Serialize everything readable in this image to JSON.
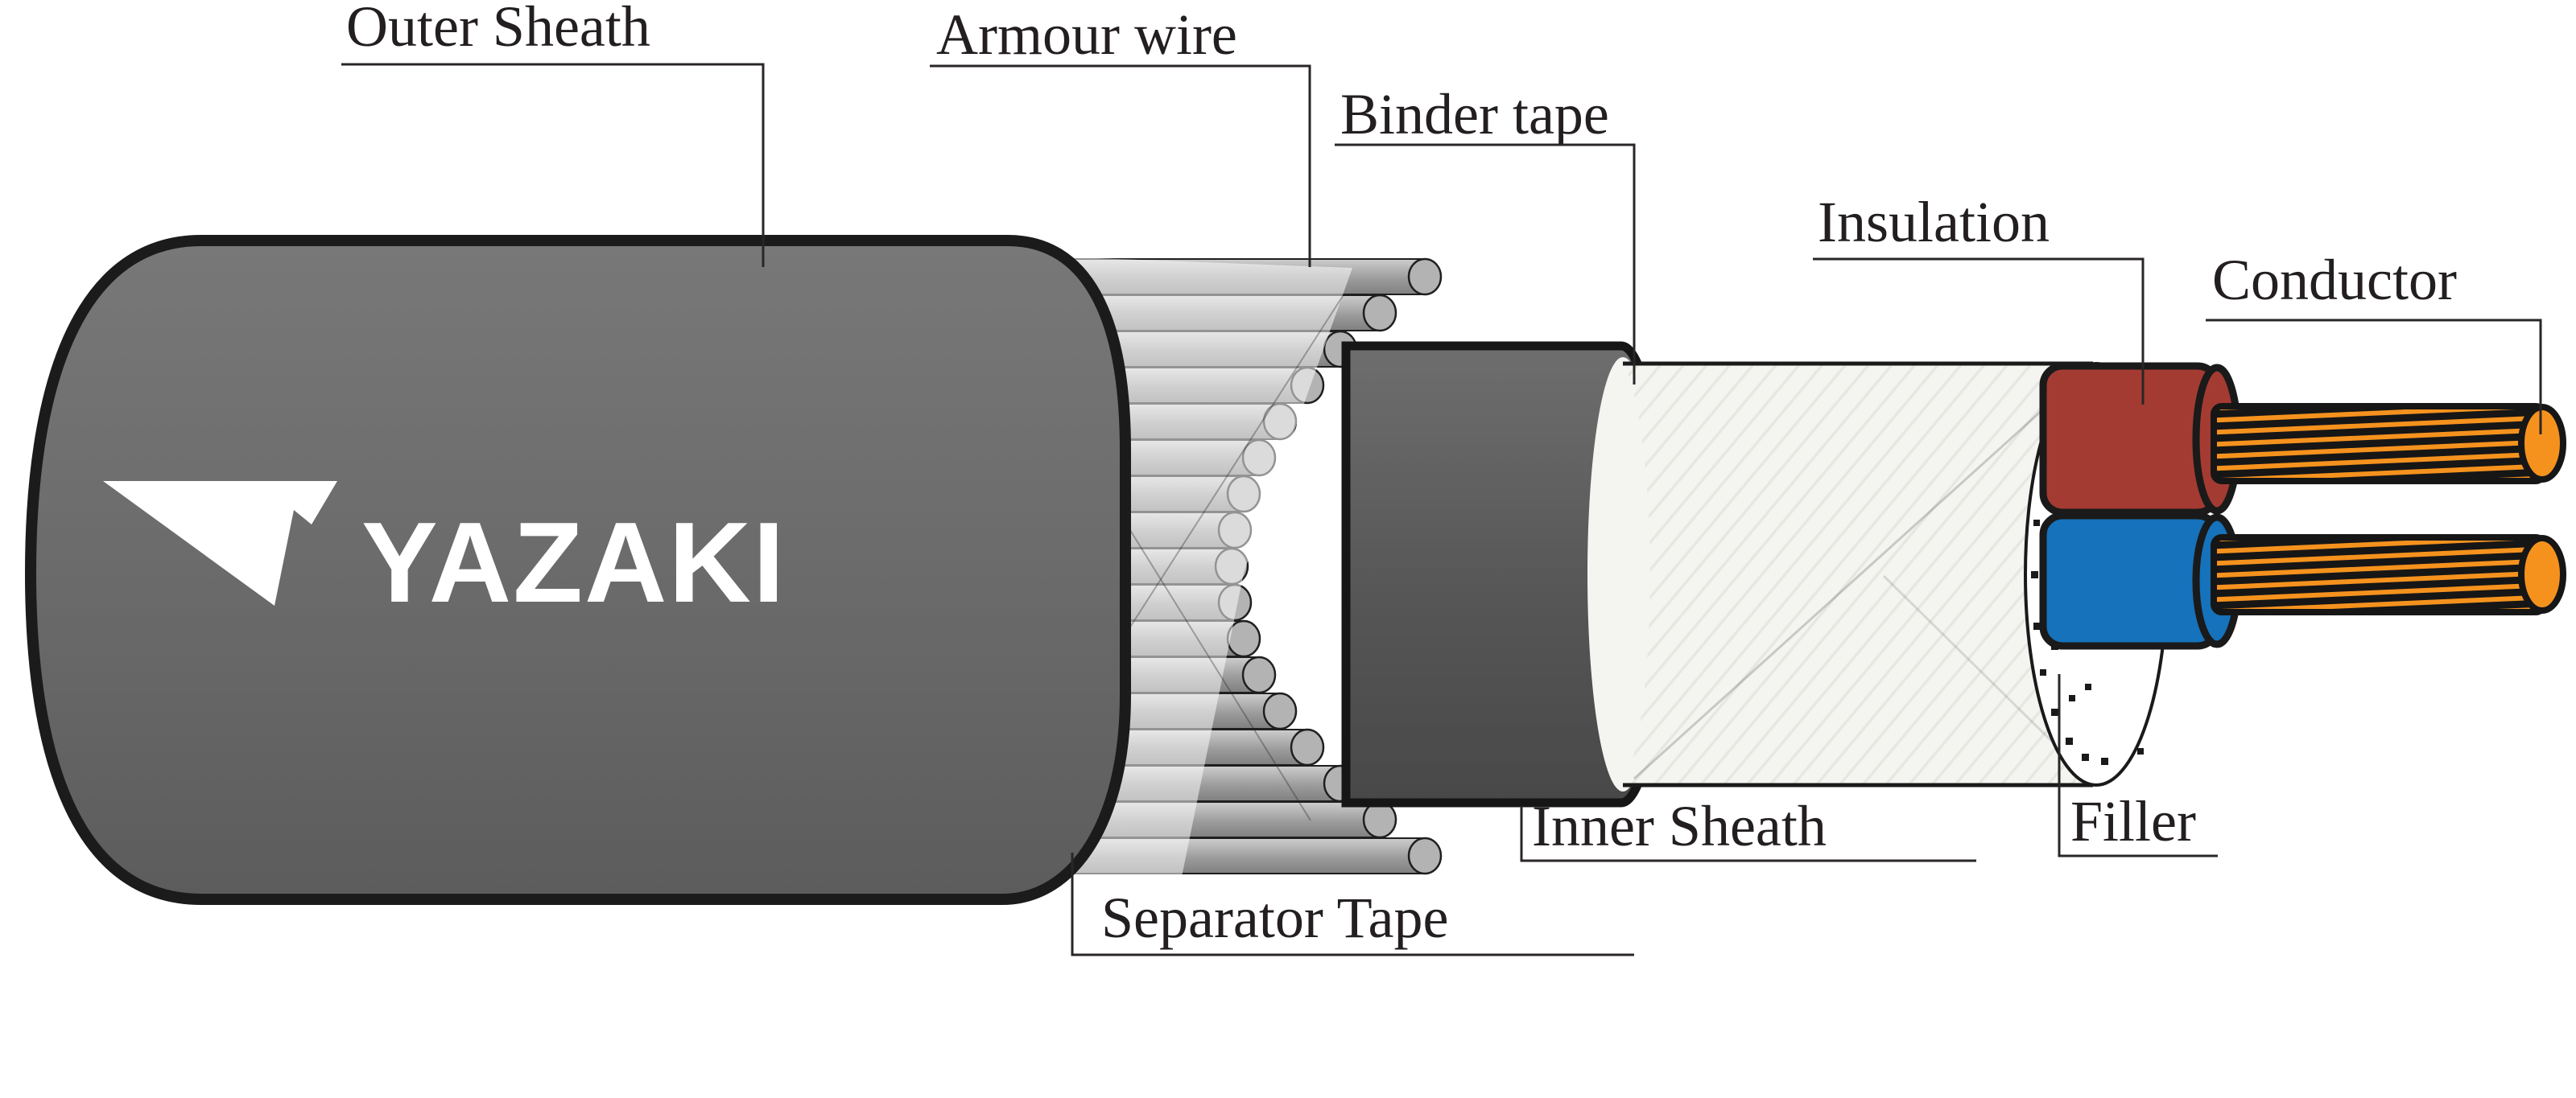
{
  "diagram": {
    "brand": "YAZAKI",
    "type": "cable-cutaway",
    "labels": {
      "outer_sheath": {
        "text": "Outer Sheath"
      },
      "armour_wire": {
        "text": "Armour wire"
      },
      "binder_tape": {
        "text": "Binder tape"
      },
      "insulation": {
        "text": "Insulation"
      },
      "conductor": {
        "text": "Conductor"
      },
      "inner_sheath": {
        "text": "Inner Sheath"
      },
      "filler": {
        "text": "Filler"
      },
      "separator_tape": {
        "text": "Separator Tape"
      }
    },
    "colors": {
      "outer_sheath_gray": "#6b6b6b",
      "inner_sheath_gray": "#585858",
      "armour_wire_gray": "#a8a8a8",
      "binder_tape_white": "#f4f4f1",
      "insulation_red": "#a43b32",
      "insulation_blue": "#1572bb",
      "conductor_copper": "#f5921e",
      "outline_black": "#1a1a1a",
      "label_text": "#231f20",
      "logo_white": "#ffffff"
    }
  }
}
